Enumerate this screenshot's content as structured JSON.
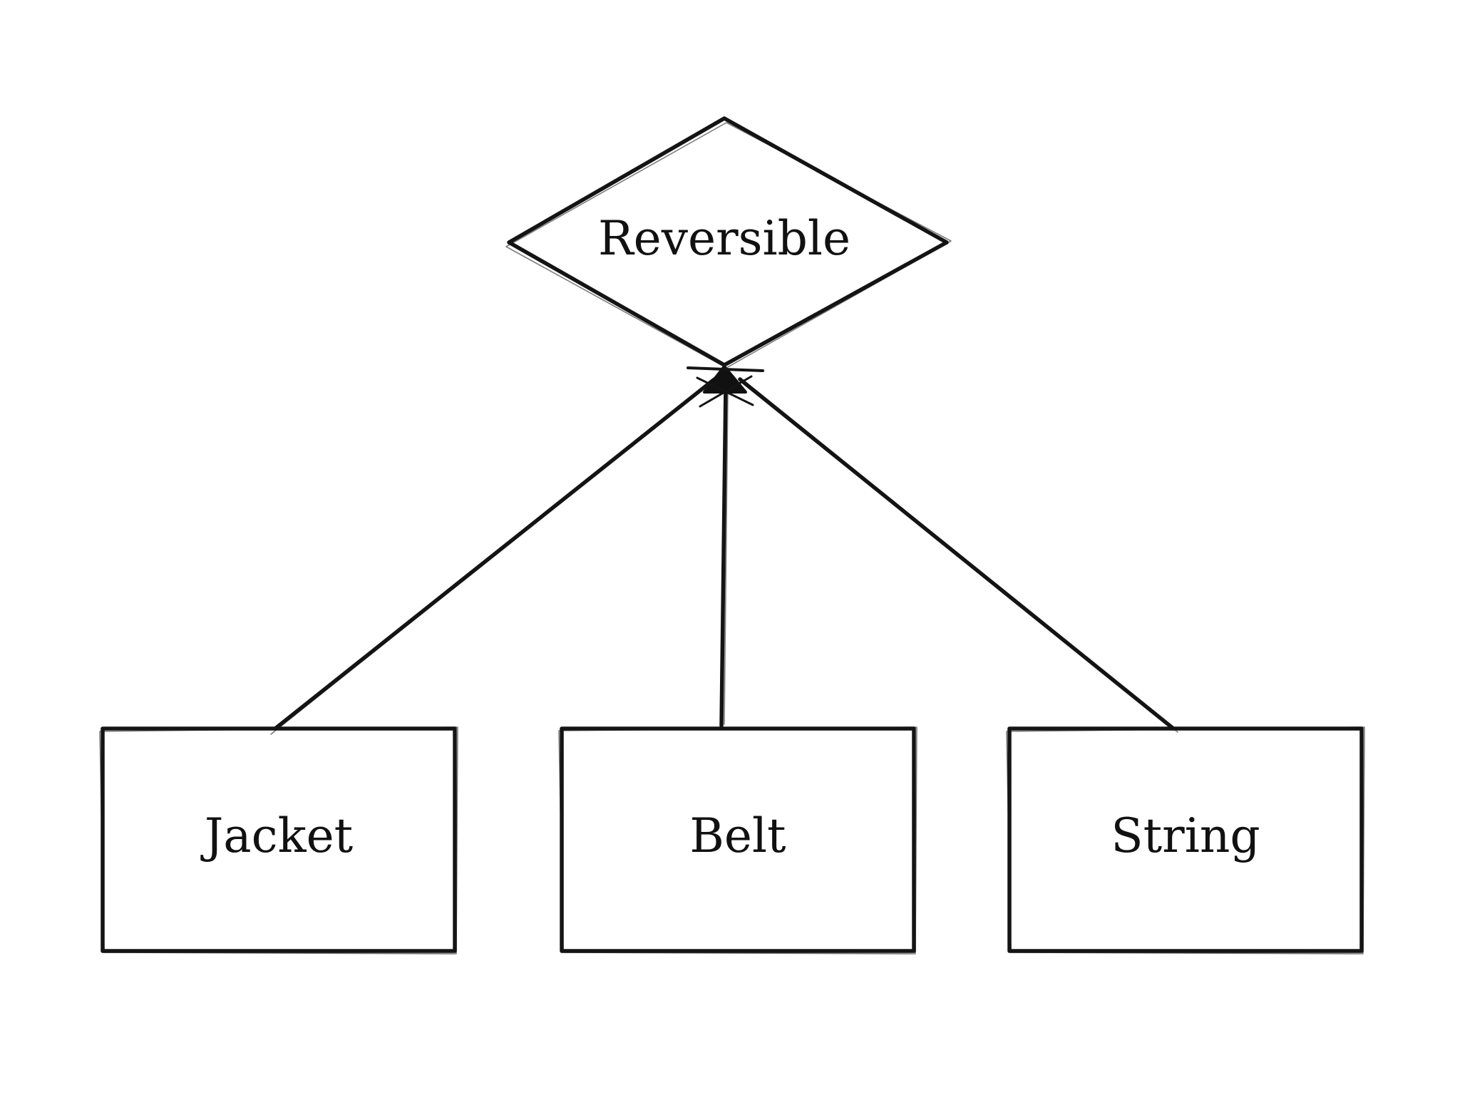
{
  "diagram": {
    "root": {
      "label": "Reversible",
      "shape": "diamond"
    },
    "children": [
      {
        "label": "Jacket",
        "shape": "rectangle"
      },
      {
        "label": "Belt",
        "shape": "rectangle"
      },
      {
        "label": "String",
        "shape": "rectangle"
      }
    ],
    "style": {
      "stroke_color": "#141414",
      "background": "#ffffff",
      "look": "hand-drawn"
    }
  }
}
